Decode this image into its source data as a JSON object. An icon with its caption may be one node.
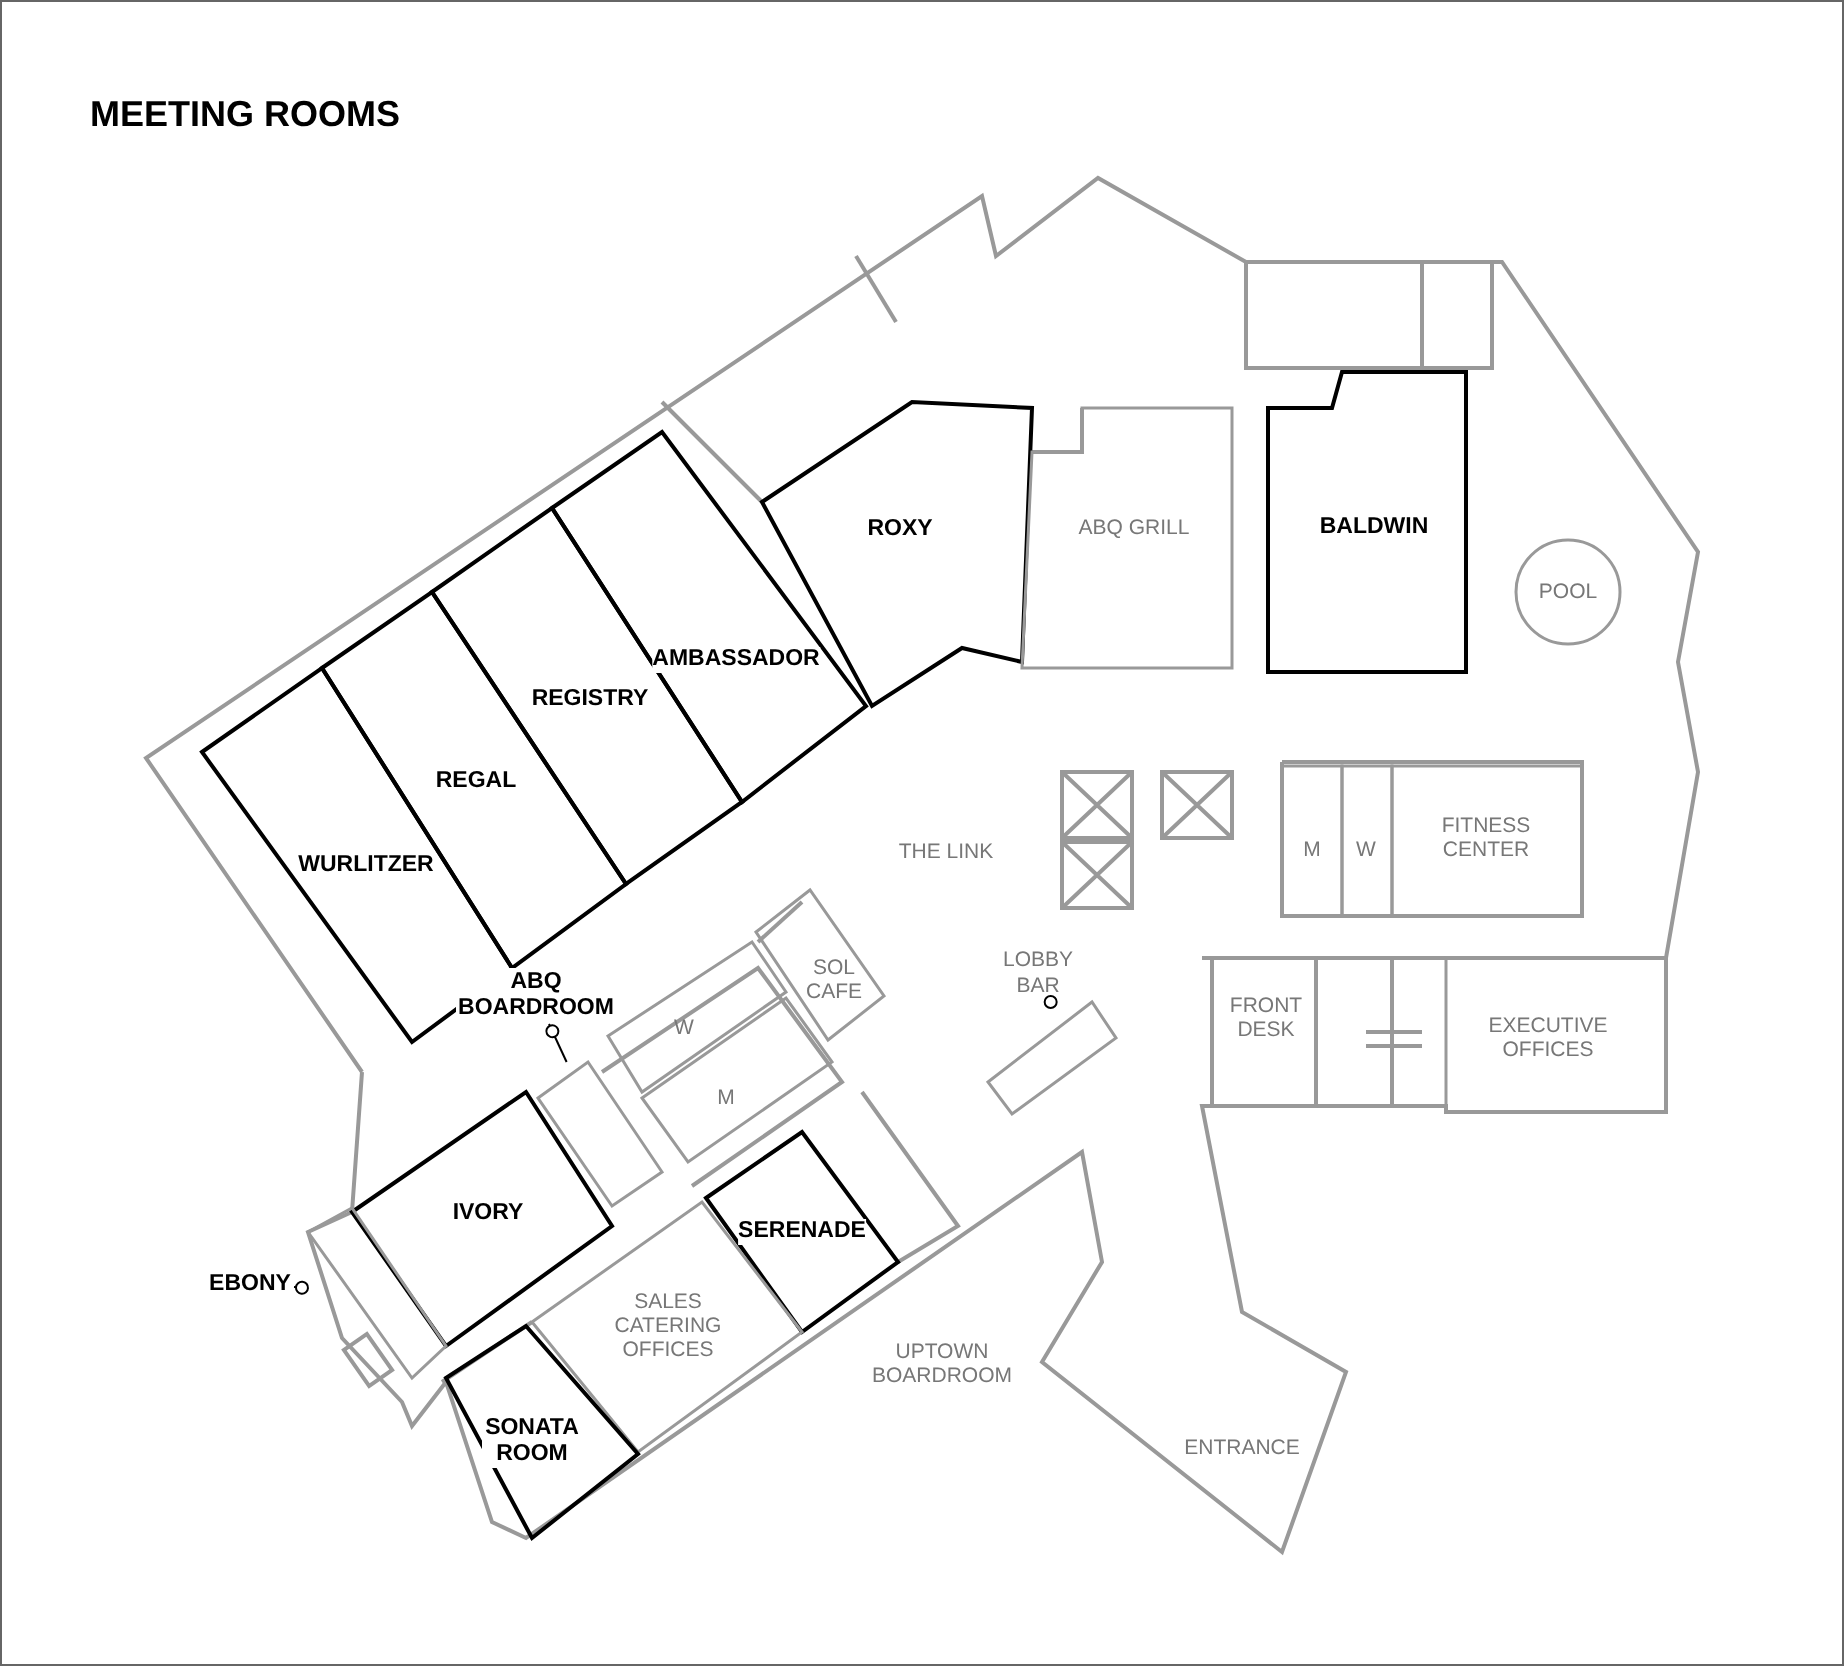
{
  "diagram": {
    "title": "MEETING ROOMS",
    "nodes": [
      {
        "text": [
          "WURLITZER"
        ]
      },
      {
        "text": [
          "REGAL"
        ]
      },
      {
        "text": [
          "REGISTRY"
        ]
      },
      {
        "text": [
          "AMBASSADOR"
        ]
      },
      {
        "text": [
          "ROXY"
        ]
      },
      {
        "text": [
          "ABQ GRILL"
        ]
      },
      {
        "text": [
          "BALDWIN"
        ]
      },
      {
        "text": [
          "POOL"
        ]
      },
      {
        "text": [
          "M"
        ]
      },
      {
        "text": [
          "W"
        ]
      },
      {
        "text": [
          "FITNESS CENTER"
        ]
      },
      {
        "text": [
          "SOL CAFE"
        ]
      },
      {
        "text": [
          "LOBBY BAR"
        ]
      },
      {
        "text": [],
        "shape": "box"
      },
      {
        "text": [
          "FRONT DESK"
        ]
      },
      {
        "text": [
          "EXECUTIVE OFFICES"
        ]
      },
      {
        "text": [
          "ABQ BOARDROOM"
        ]
      },
      {
        "text": [],
        "shape": "box"
      },
      {
        "text": [
          "W"
        ]
      },
      {
        "text": [
          "M"
        ]
      },
      {
        "text": [
          "IVORY"
        ]
      },
      {
        "text": [
          "EBONY"
        ]
      },
      {
        "text": [],
        "shape": "box"
      },
      {
        "text": [
          "SERENADE"
        ]
      },
      {
        "text": [
          "SALES CATERING OFFICES"
        ]
      },
      {
        "text": [
          "SONATA ROOM"
        ]
      }
    ],
    "edges": [
      {
        "from": 12,
        "to": 13,
        "arrow": "other"
      },
      {
        "from": 16,
        "to": 17,
        "arrow": "other"
      },
      {
        "from": 21,
        "to": 22,
        "arrow": "other"
      }
    ],
    "labels": [
      "THE LINK",
      "UPTOWN BOARDROOM",
      "ENTRANCE"
    ]
  }
}
